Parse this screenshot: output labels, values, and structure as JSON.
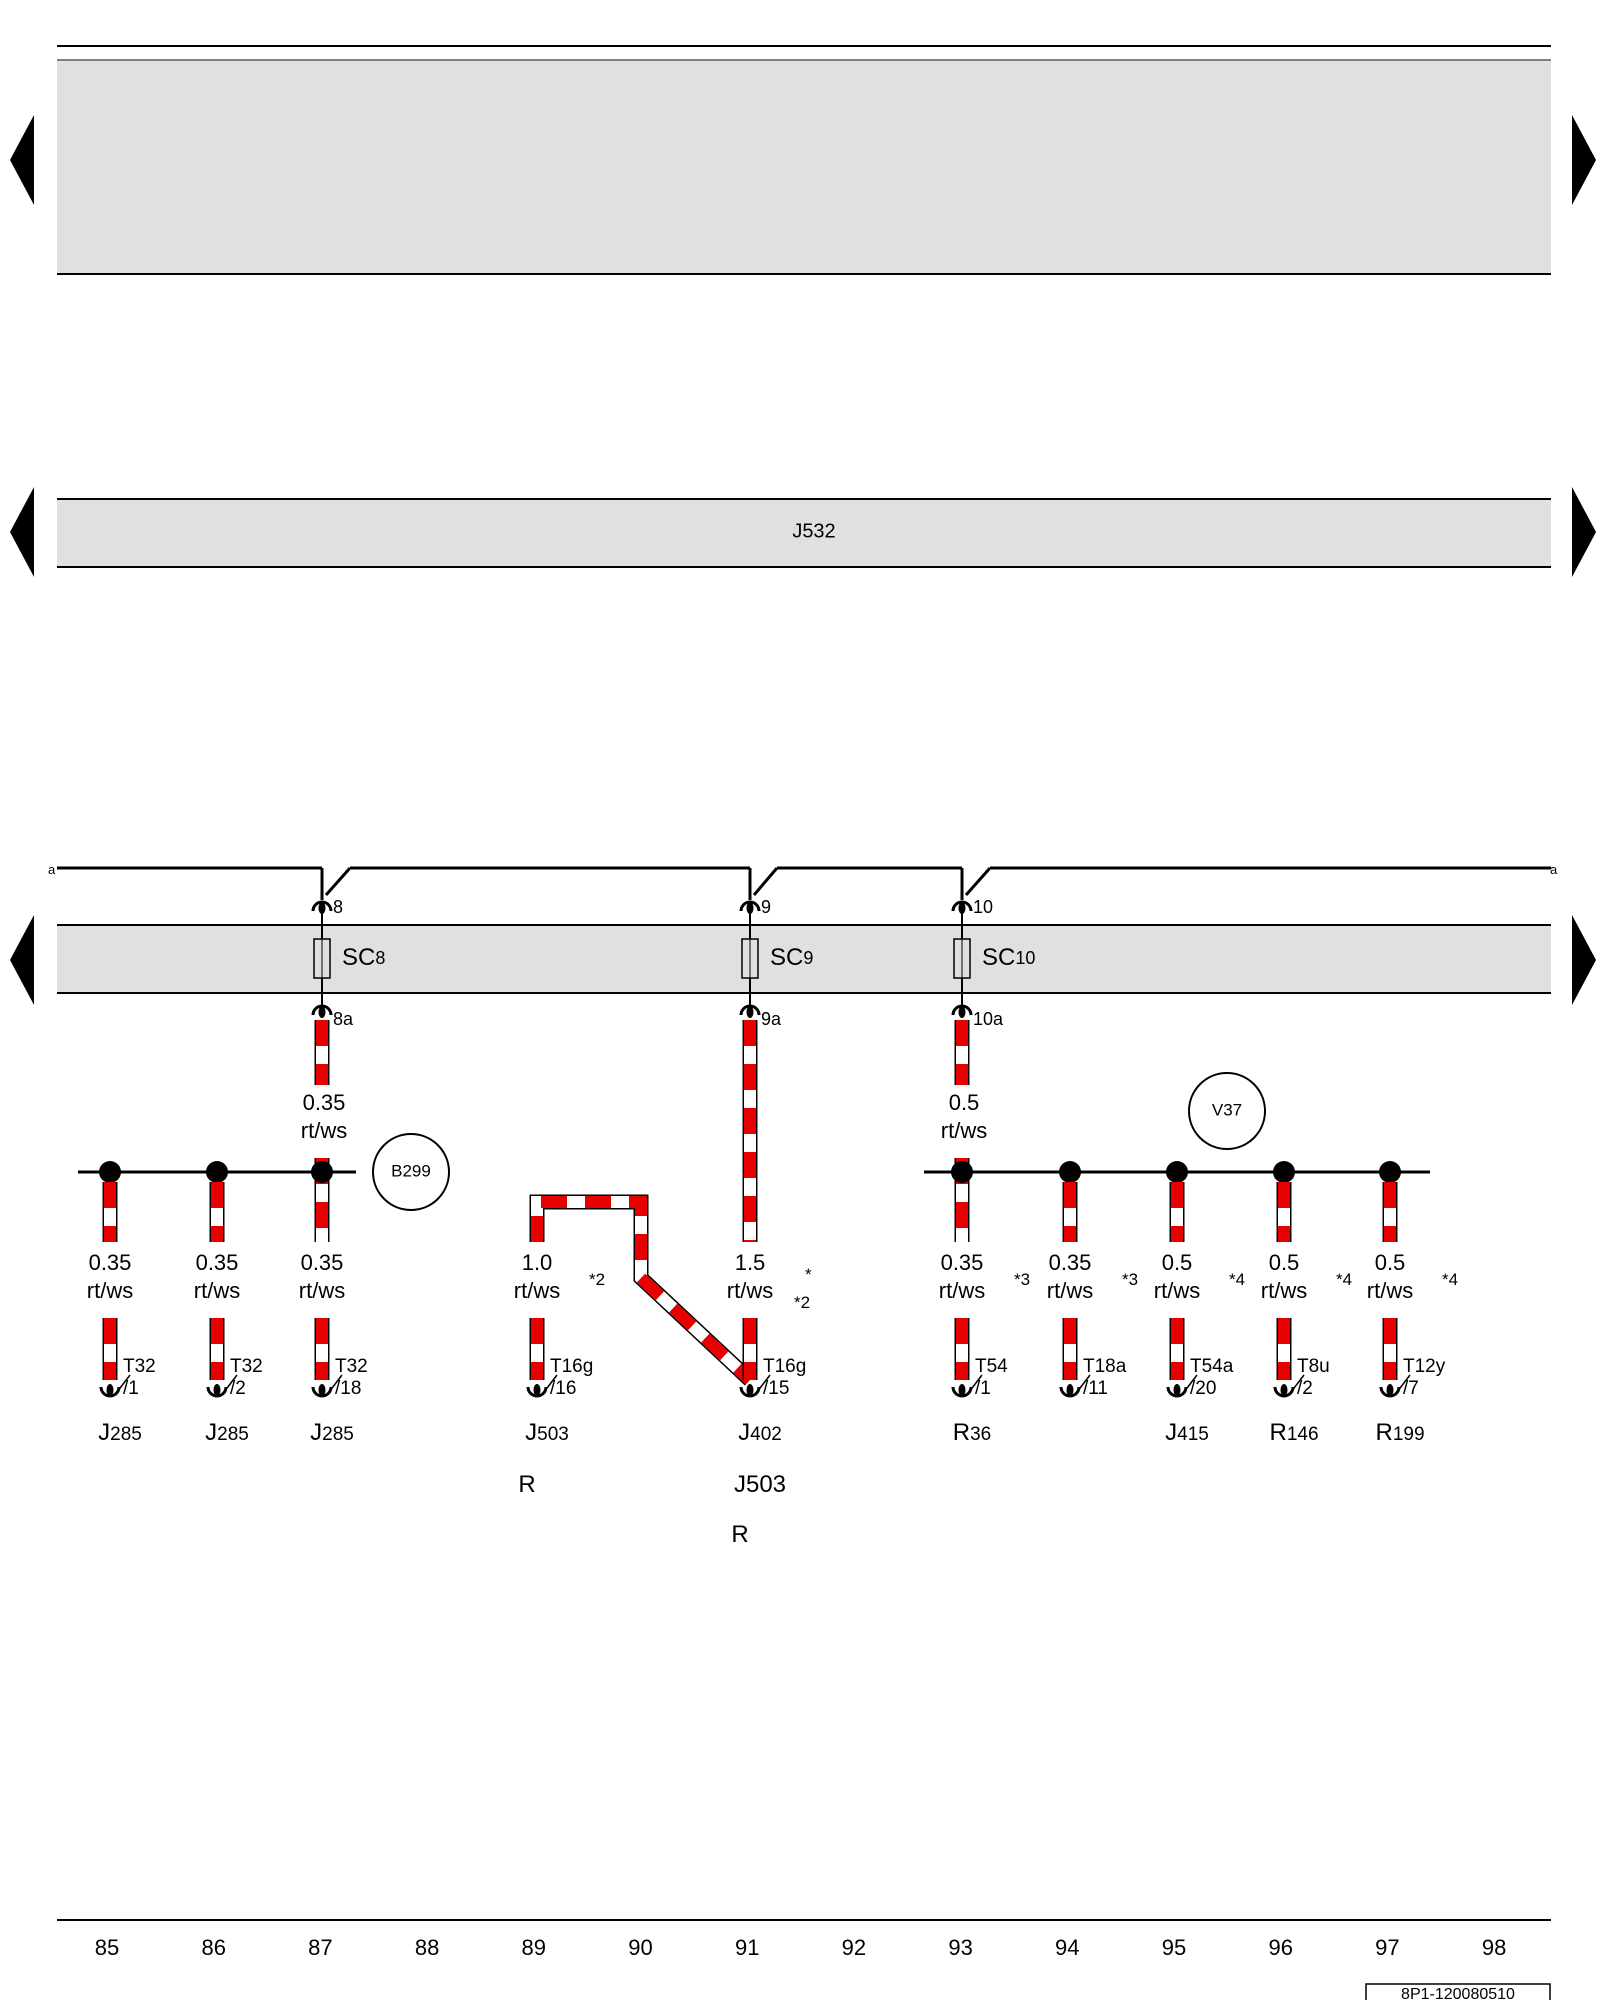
{
  "top_band": {
    "label": ""
  },
  "control_unit_band": {
    "label": "J532"
  },
  "bus_end_labels": {
    "left": "a",
    "right": "a"
  },
  "fuse_band": {
    "fuses": [
      {
        "id": "SC8",
        "base": "SC",
        "num": "8",
        "in_pin": "8",
        "out_pin": "8a"
      },
      {
        "id": "SC9",
        "base": "SC",
        "num": "9",
        "in_pin": "9",
        "out_pin": "9a"
      },
      {
        "id": "SC10",
        "base": "SC",
        "num": "10",
        "in_pin": "10",
        "out_pin": "10a"
      }
    ]
  },
  "wires_from_fuse": [
    {
      "fuse": "SC8",
      "size": "0.35",
      "color": "rt/ws"
    },
    {
      "fuse": "SC10",
      "size": "0.5",
      "color": "rt/ws"
    }
  ],
  "splices": [
    {
      "id": "B299"
    },
    {
      "id": "V37"
    }
  ],
  "branches": [
    {
      "size": "0.35",
      "color": "rt/ws",
      "note": "",
      "conn": "T32",
      "pin": "/1",
      "comp_letter": "J",
      "comp_num": "285",
      "extra": []
    },
    {
      "size": "0.35",
      "color": "rt/ws",
      "note": "",
      "conn": "T32",
      "pin": "/2",
      "comp_letter": "J",
      "comp_num": "285",
      "extra": []
    },
    {
      "size": "0.35",
      "color": "rt/ws",
      "note": "",
      "conn": "T32",
      "pin": "/18",
      "comp_letter": "J",
      "comp_num": "285",
      "extra": []
    },
    {
      "size": "1.0",
      "color": "rt/ws",
      "note": "*2",
      "conn": "T16g",
      "pin": "/16",
      "comp_letter": "J",
      "comp_num": "503",
      "extra": [
        "R"
      ]
    },
    {
      "size": "1.5",
      "color": "rt/ws",
      "note": "*",
      "note2": "*2",
      "conn": "T16g",
      "pin": "/15",
      "comp_letter": "J",
      "comp_num": "402",
      "extra": [
        "J503",
        "R"
      ]
    },
    {
      "size": "0.35",
      "color": "rt/ws",
      "note": "*3",
      "conn": "T54",
      "pin": "/1",
      "comp_letter": "R",
      "comp_num": "36",
      "extra": []
    },
    {
      "size": "0.35",
      "color": "rt/ws",
      "note": "*3",
      "conn": "T18a",
      "pin": "/11",
      "comp_letter": "",
      "comp_num": "",
      "extra": []
    },
    {
      "size": "0.5",
      "color": "rt/ws",
      "note": "*4",
      "conn": "T54a",
      "pin": "/20",
      "comp_letter": "J",
      "comp_num": "415",
      "extra": []
    },
    {
      "size": "0.5",
      "color": "rt/ws",
      "note": "*4",
      "conn": "T8u",
      "pin": "/2",
      "comp_letter": "R",
      "comp_num": "146",
      "extra": []
    },
    {
      "size": "0.5",
      "color": "rt/ws",
      "note": "*4",
      "conn": "T12y",
      "pin": "/7",
      "comp_letter": "R",
      "comp_num": "199",
      "extra": []
    }
  ],
  "footer": {
    "track_numbers": [
      "85",
      "86",
      "87",
      "88",
      "89",
      "90",
      "91",
      "92",
      "93",
      "94",
      "95",
      "96",
      "97",
      "98"
    ],
    "diagram_id": "8P1-120080510"
  },
  "colors": {
    "band_fill": "#e0e0e0",
    "wire_red": "#e60000",
    "wire_white": "#ffffff",
    "line": "#000000"
  }
}
